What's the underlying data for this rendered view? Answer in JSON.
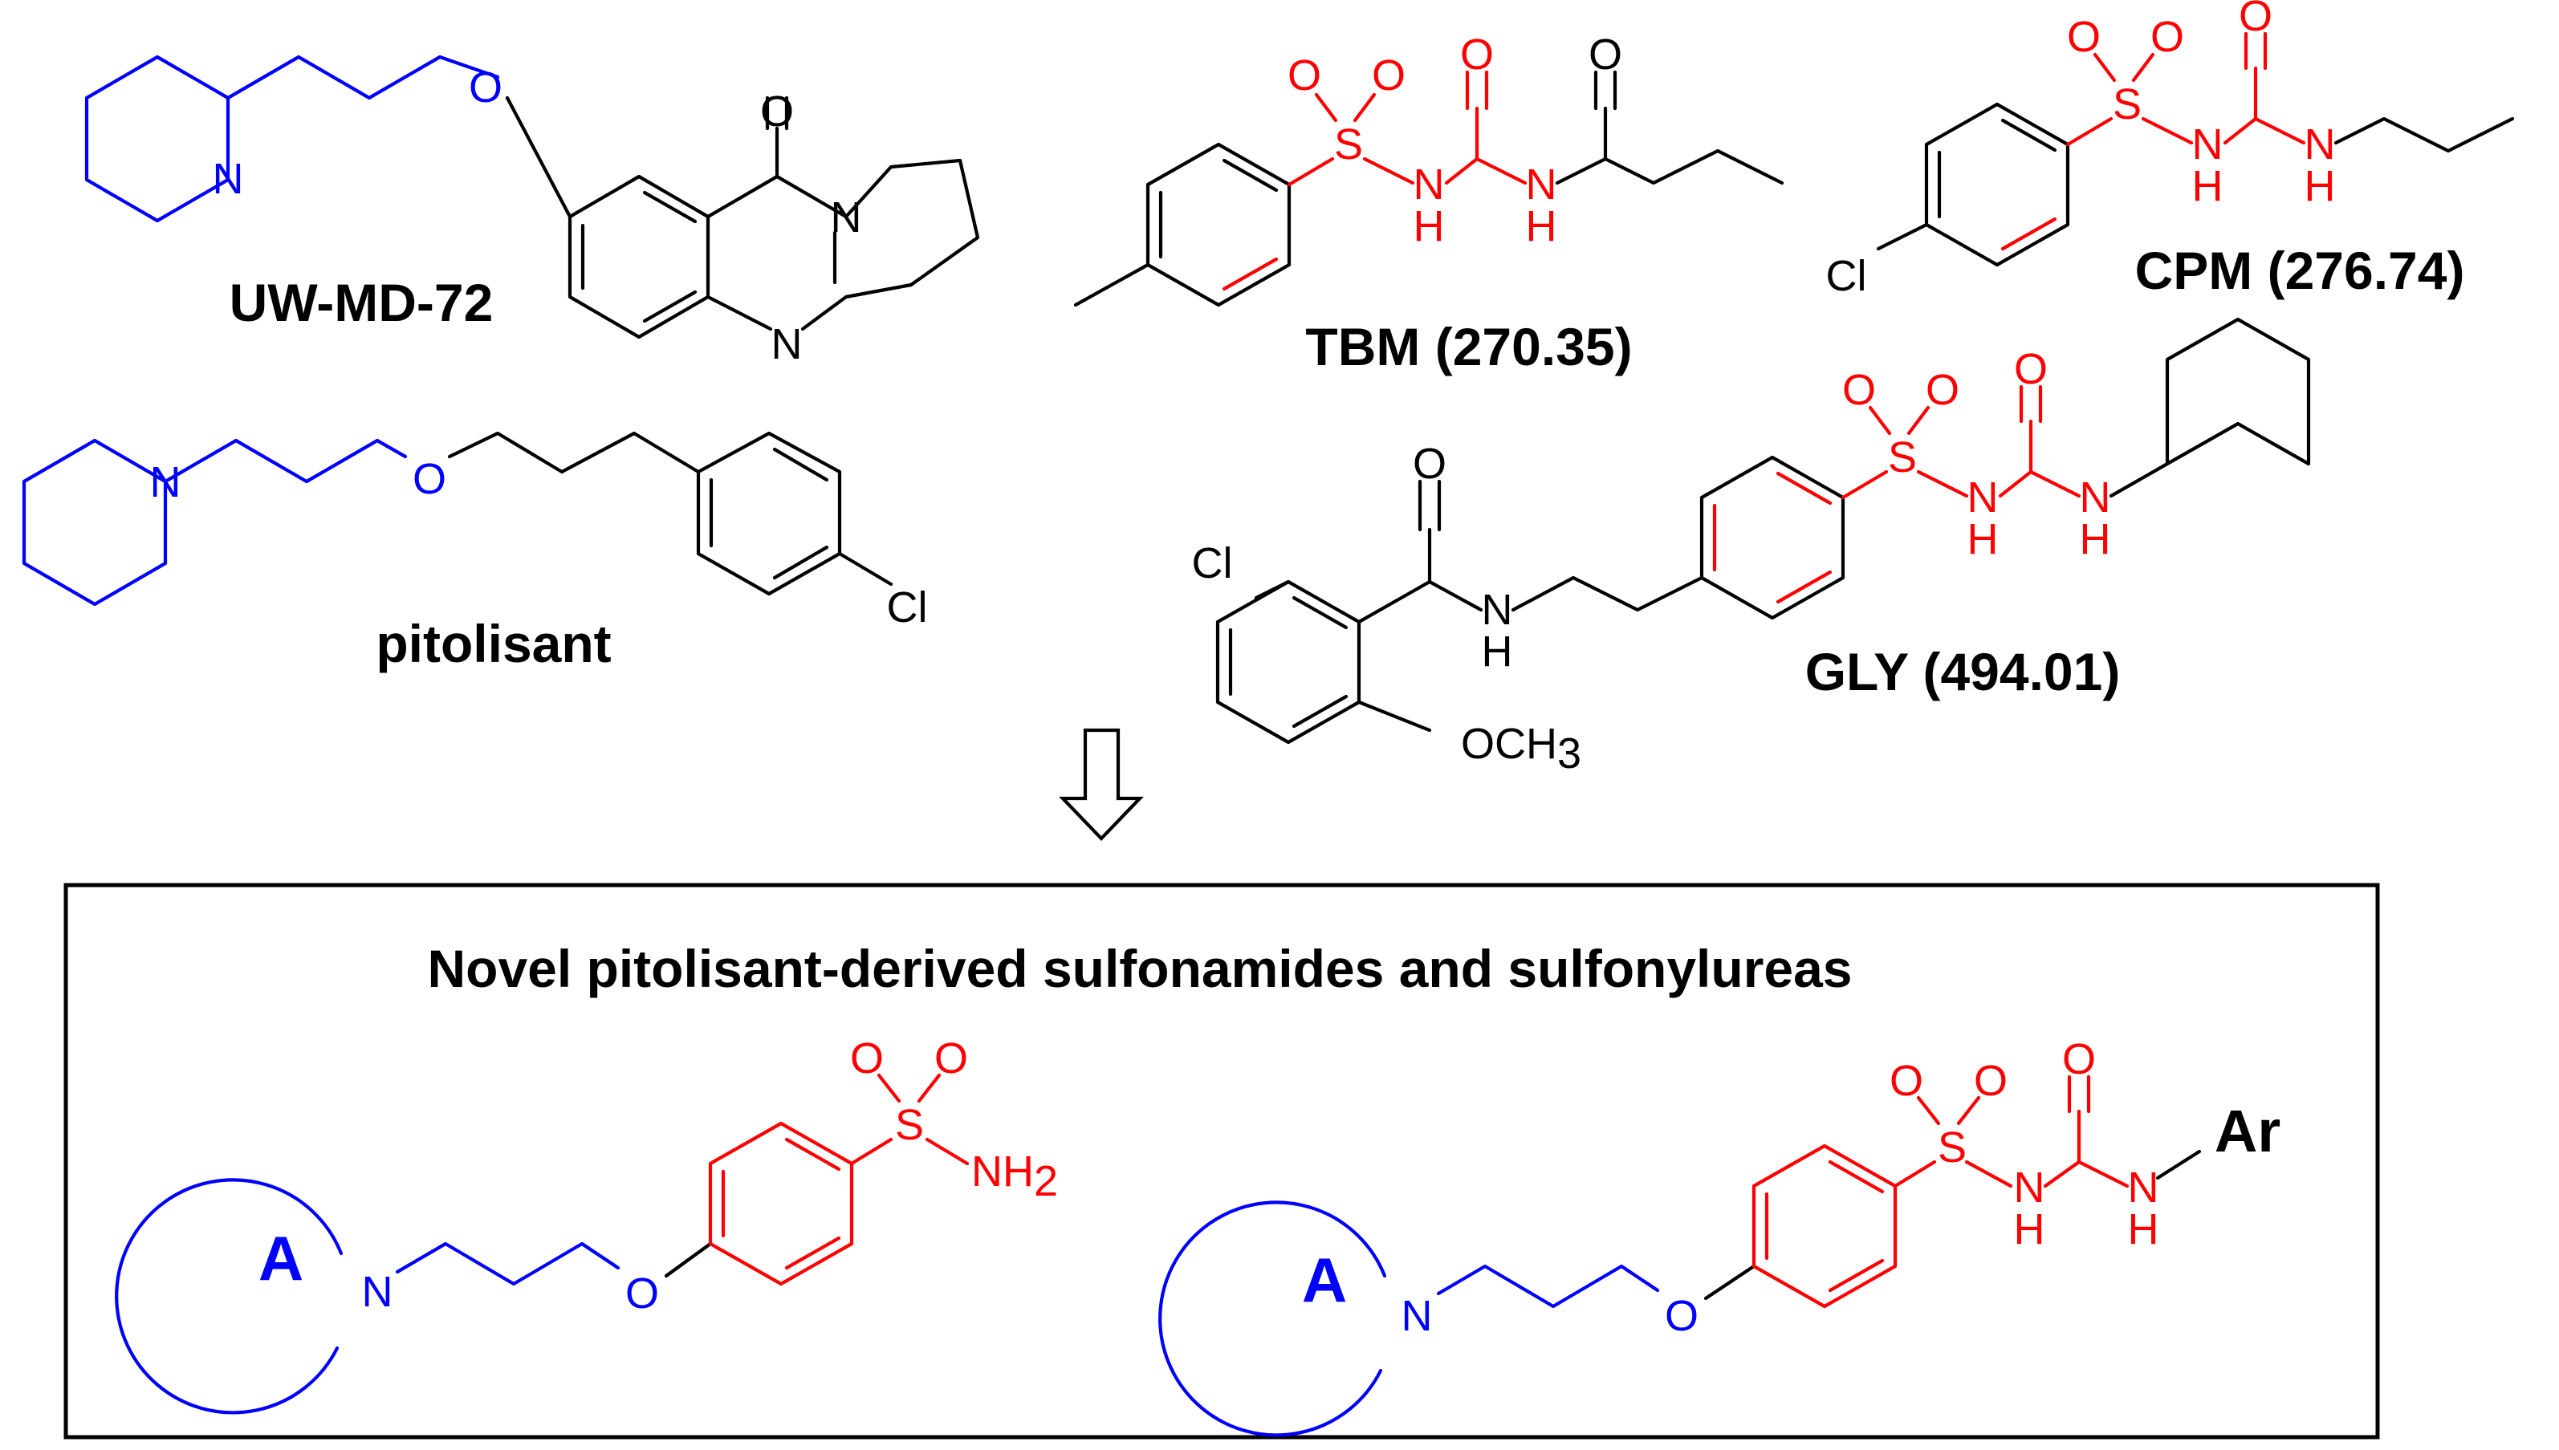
{
  "compounds": {
    "uw_md_72": {
      "name": "UW-MD-72"
    },
    "pitolisant": {
      "name": "pitolisant"
    },
    "tbm": {
      "name": "TBM",
      "mw": "(270.35)"
    },
    "cpm": {
      "name": "CPM",
      "mw": "(276.74)"
    },
    "gly": {
      "name": "GLY",
      "mw": "(494.01)"
    }
  },
  "atoms": {
    "N": "N",
    "O": "O",
    "S": "S",
    "H": "H",
    "Cl": "Cl",
    "methoxy": "OCH",
    "methoxy_sub": "3",
    "amino": "NH",
    "amino_sub": "2",
    "ring_label": "A",
    "aryl": "Ar"
  },
  "novel_box": {
    "title": "Novel pitolisant-derived sulfonamides and sulfonylureas"
  },
  "colors": {
    "pharmacophore": "#0000ff",
    "sulfonyl": "#ff0000",
    "scaffold": "#000000"
  },
  "icons": {
    "transition": "hollow-down-arrow"
  }
}
